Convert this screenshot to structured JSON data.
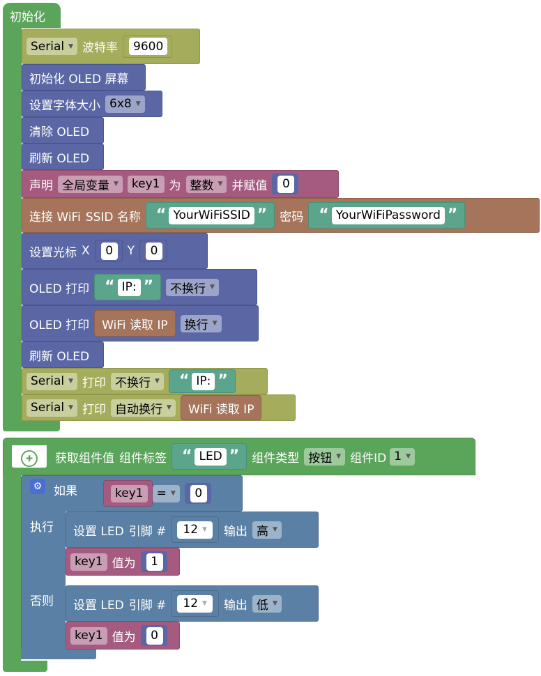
{
  "init": {
    "title": "初始化",
    "serial_block": {
      "port": "Serial",
      "label": "波特率",
      "value": "9600"
    },
    "oled_init": "初始化 OLED 屏幕",
    "set_font": {
      "label": "设置字体大小",
      "value": "6x8"
    },
    "clear_oled": "清除 OLED",
    "refresh_oled_1": "刷新 OLED",
    "declare": {
      "label": "声明",
      "scope": "全局变量",
      "var": "key1",
      "as": "为",
      "type": "整数",
      "assign": "并赋值",
      "value": "0"
    },
    "wifi": {
      "label": "连接 WiFi",
      "ssid_label": "SSID 名称",
      "ssid": "YourWiFiSSID",
      "pwd_label": "密码",
      "pwd": "YourWiFiPassword"
    },
    "cursor": {
      "label": "设置光标",
      "x_label": "X",
      "x": "0",
      "y_label": "Y",
      "y": "0"
    },
    "oled_print_1": {
      "label": "OLED 打印",
      "text": "IP:",
      "mode": "不换行"
    },
    "oled_print_2": {
      "label": "OLED 打印",
      "source": "WiFi 读取 IP",
      "mode": "换行"
    },
    "refresh_oled_2": "刷新 OLED",
    "serial_print_1": {
      "port": "Serial",
      "label": "打印",
      "mode": "不换行",
      "text": "IP:"
    },
    "serial_print_2": {
      "port": "Serial",
      "label": "打印",
      "mode": "自动换行",
      "source": "WiFi 读取 IP"
    }
  },
  "widget": {
    "label": "获取组件值",
    "tag_label": "组件标签",
    "tag": "LED",
    "type_label": "组件类型",
    "type": "按钮",
    "id_label": "组件ID",
    "id": "1",
    "if_label": "如果",
    "cond": {
      "var": "key1",
      "op": "=",
      "value": "0"
    },
    "do_label": "执行",
    "else_label": "否则",
    "do_led": {
      "label": "设置 LED",
      "pin_label": "引脚 #",
      "pin": "12",
      "out_label": "输出",
      "level": "高"
    },
    "do_set": {
      "var": "key1",
      "label": "值为",
      "value": "1"
    },
    "else_led": {
      "label": "设置 LED",
      "pin_label": "引脚 #",
      "pin": "12",
      "out_label": "输出",
      "level": "低"
    },
    "else_set": {
      "var": "key1",
      "label": "值为",
      "value": "0"
    }
  },
  "colors": {
    "setup": "#5ba55b",
    "serial": "#a5ad5c",
    "oled": "#5b67a5",
    "var": "#a55b80",
    "wifi": "#a5745b",
    "io": "#5b80a5",
    "text": "#5ba58c"
  }
}
